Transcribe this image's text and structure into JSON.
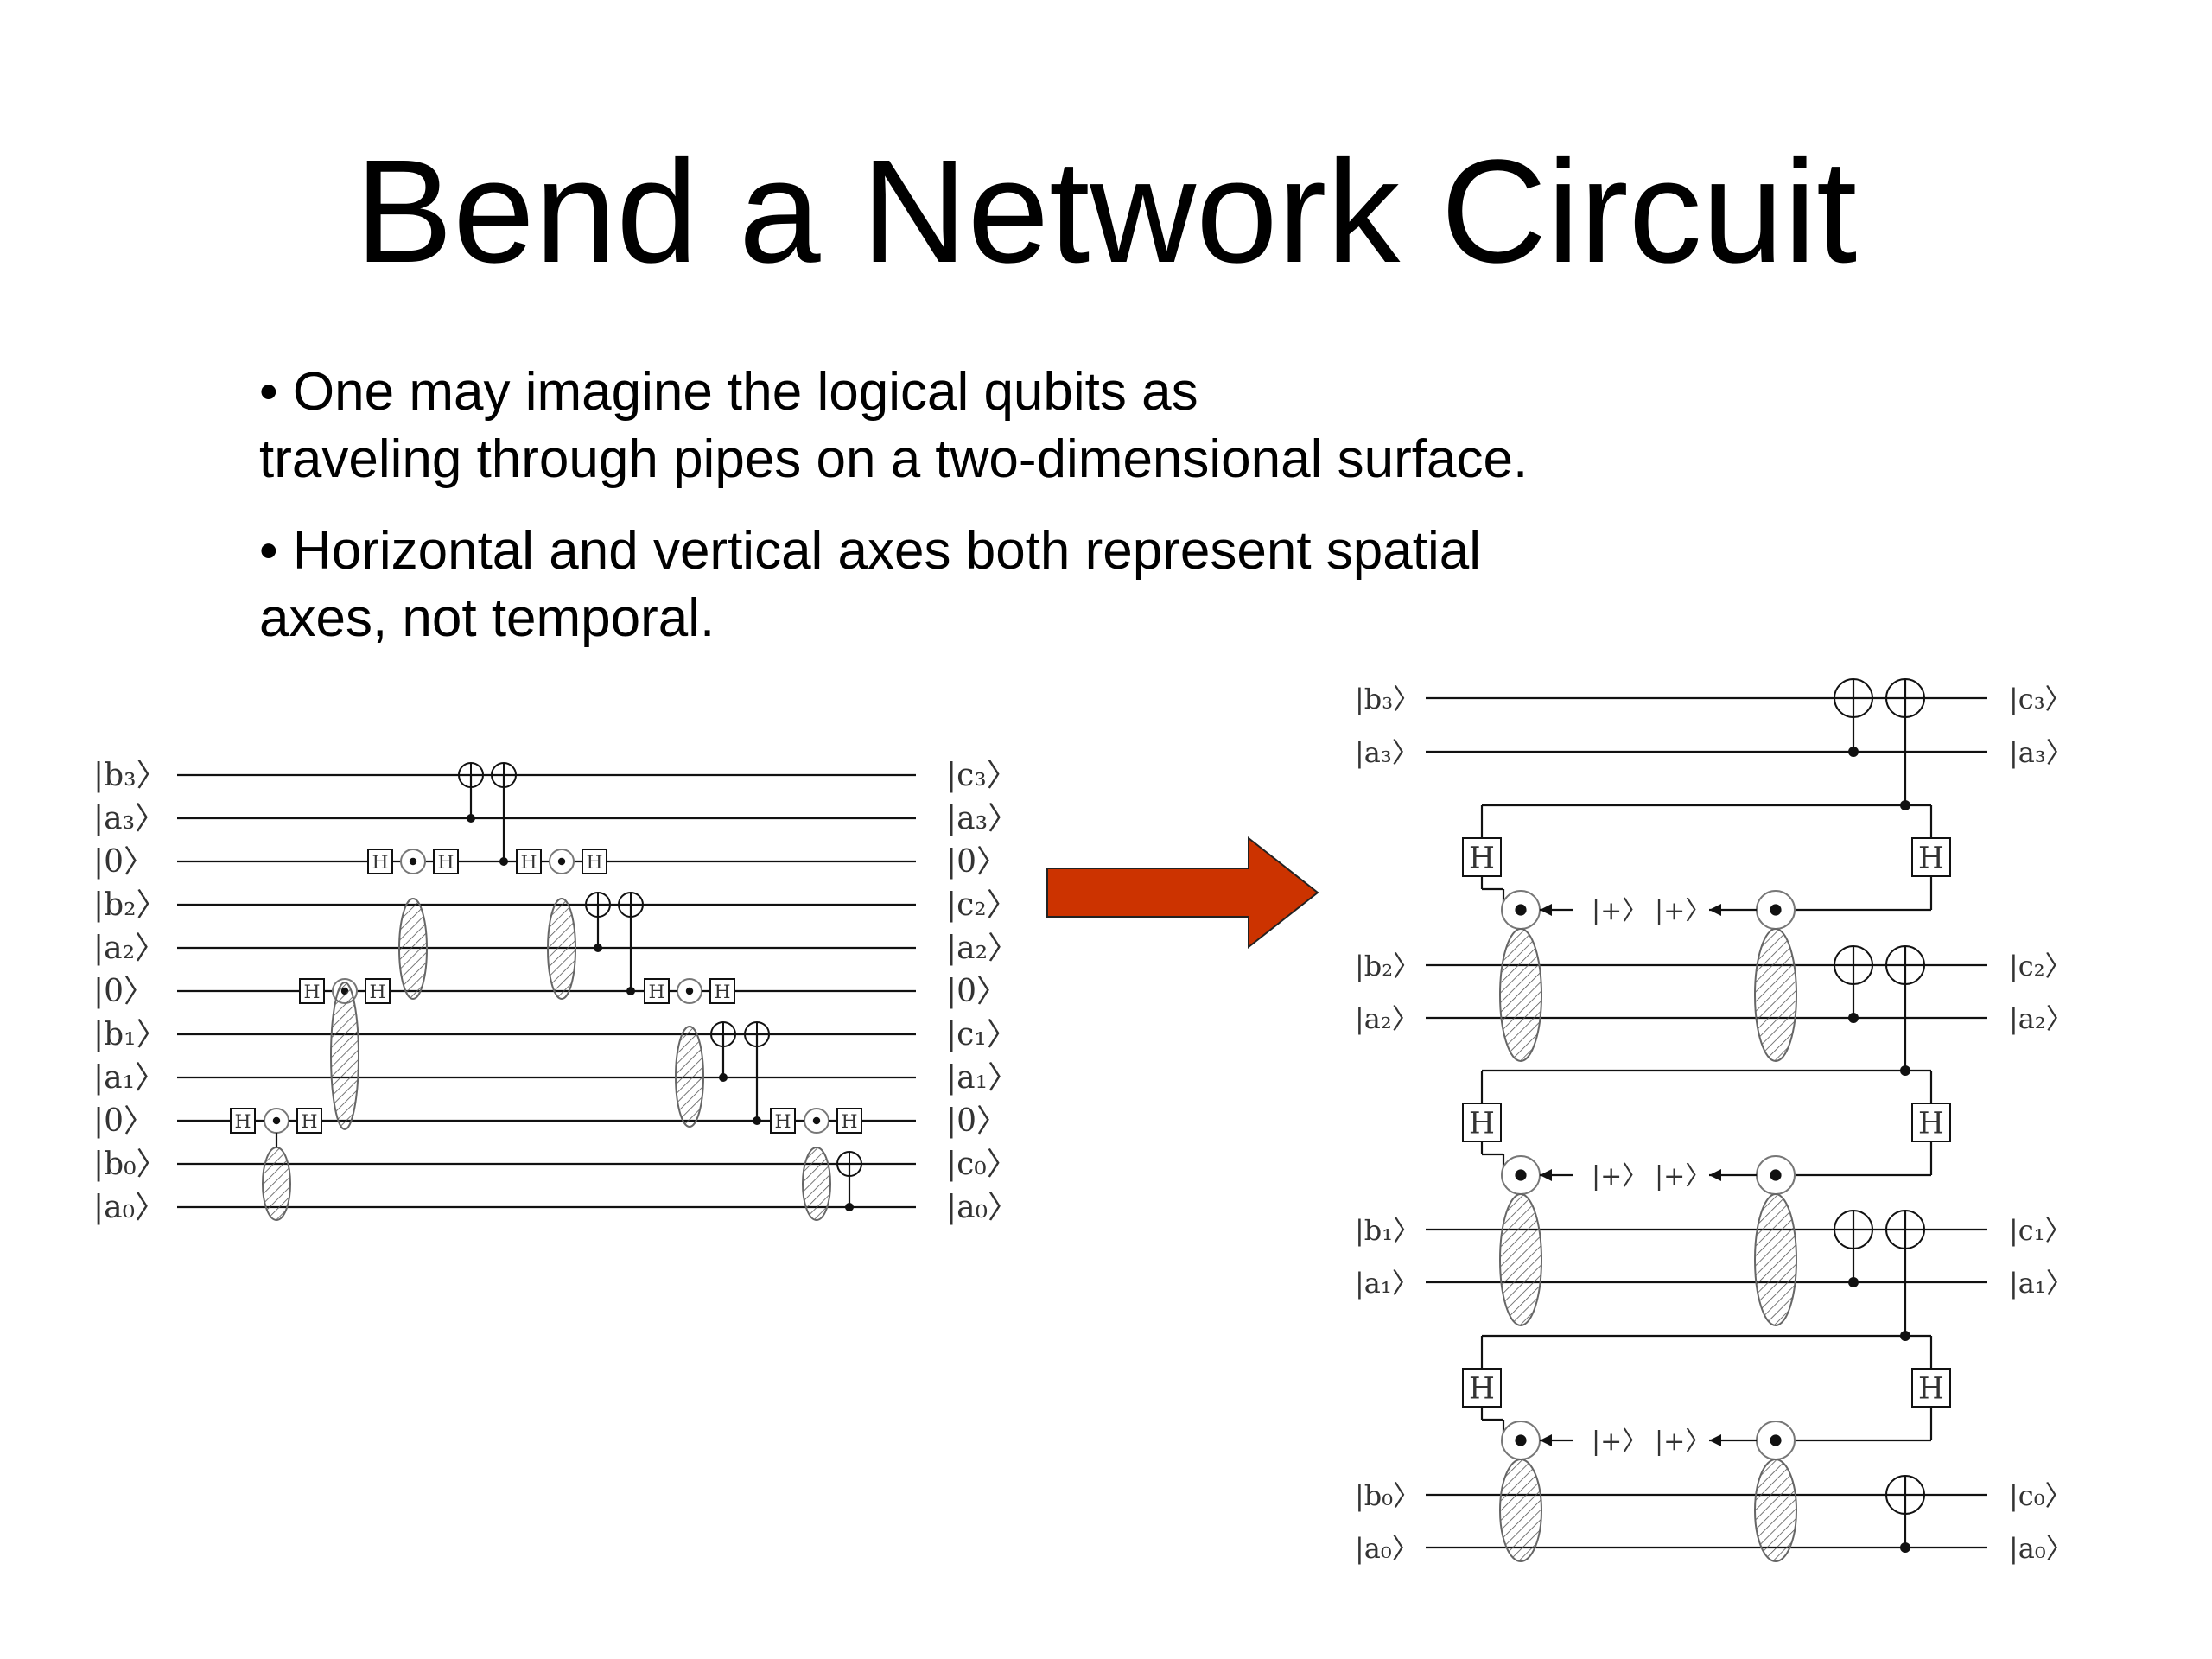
{
  "slide": {
    "title": "Bend a Network Circuit",
    "bullets": [
      {
        "line1": "• One may imagine the logical qubits as",
        "line2": "traveling through pipes on a two-dimensional surface."
      },
      {
        "line1": "• Horizontal and vertical axes both represent spatial",
        "line2": "axes, not temporal."
      }
    ]
  },
  "left_circuit": {
    "input_labels": [
      "|b₃〉",
      "|a₃〉",
      "|0〉",
      "|b₂〉",
      "|a₂〉",
      "|0〉",
      "|b₁〉",
      "|a₁〉",
      "|0〉",
      "|b₀〉",
      "|a₀〉"
    ],
    "output_labels": [
      "|c₃〉",
      "|a₃〉",
      "|0〉",
      "|c₂〉",
      "|a₂〉",
      "|0〉",
      "|c₁〉",
      "|a₁〉",
      "|0〉",
      "|c₀〉",
      "|a₀〉"
    ]
  },
  "right_circuit": {
    "input_labels": [
      "|b₃〉",
      "|a₃〉",
      "|b₂〉",
      "|a₂〉",
      "|b₁〉",
      "|a₁〉",
      "|b₀〉",
      "|a₀〉"
    ],
    "output_labels": [
      "|c₃〉",
      "|a₃〉",
      "|c₂〉",
      "|a₂〉",
      "|c₁〉",
      "|a₁〉",
      "|c₀〉",
      "|a₀〉"
    ],
    "plus_state_label": "|+〉",
    "h_gate_label": "H"
  },
  "colors": {
    "arrow": "#cc3300",
    "arrow_stroke": "#222222",
    "wire": "#111111"
  },
  "icons": {
    "arrow": "right-arrow-icon"
  }
}
